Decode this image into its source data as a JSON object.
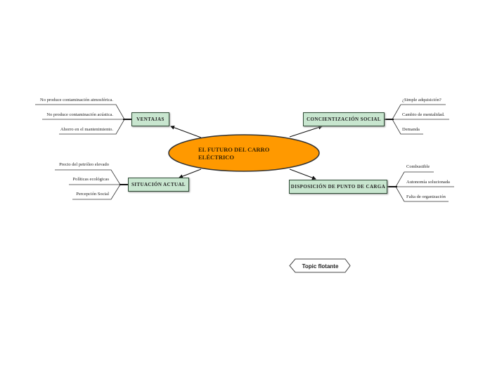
{
  "central_topic": {
    "line1": "EL FUTURO DEL CARRO",
    "line2": "ELÉCTRICO",
    "color": "#ff9900"
  },
  "branches": {
    "ventajas": {
      "label": "VENTAJAS",
      "leaves": [
        "No produce contaminación atmosférica.",
        "No produce contaminación acústica.",
        "Ahorro en el mantenimiento."
      ]
    },
    "situacion": {
      "label": "SITUACIÓN ACTUAL",
      "leaves": [
        "Precio del petróleo elevado",
        "Políticas ecológicas",
        "Percepción Social"
      ]
    },
    "concientizacion": {
      "label": "CONCIENTIZACIÓN SOCIAL",
      "leaves": [
        "¿Simple adquisición?",
        "Cambio de mentalidad.",
        "Demanda"
      ]
    },
    "disposicion": {
      "label": "DISPOSICIÓN DE PUNTO DE CARGA",
      "leaves": [
        "Combustible",
        "Autonomía solucionada",
        "Falta de organización"
      ]
    }
  },
  "floating_topic": {
    "label": "Topic flotante"
  },
  "colors": {
    "box_fill": "#c8e6cf",
    "box_border": "#2d4a34"
  }
}
